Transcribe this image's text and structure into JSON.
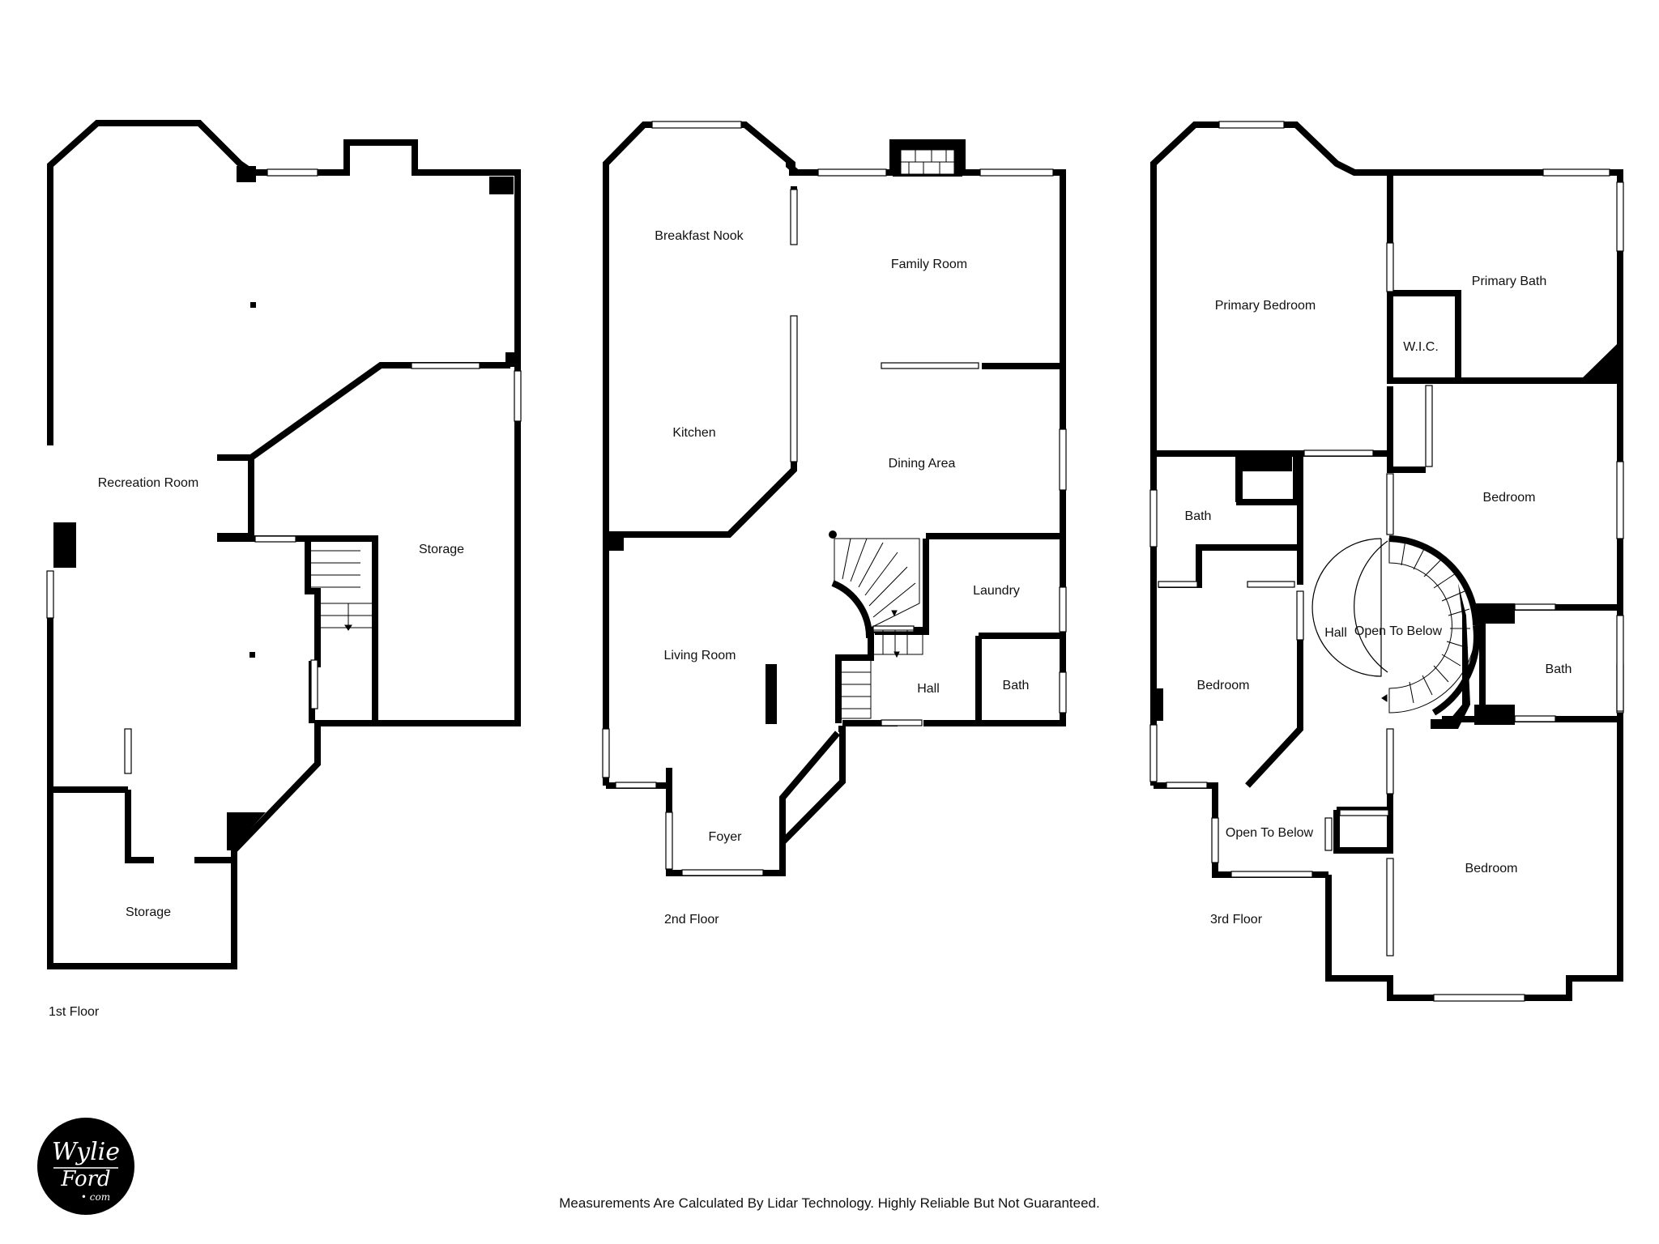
{
  "floors": [
    {
      "label": "1st Floor",
      "rooms": [
        "Recreation Room",
        "Storage",
        "Storage"
      ]
    },
    {
      "label": "2nd Floor",
      "rooms": [
        "Breakfast Nook",
        "Family Room",
        "Kitchen",
        "Dining Area",
        "Laundry",
        "Living Room",
        "Hall",
        "Bath",
        "Foyer"
      ]
    },
    {
      "label": "3rd Floor",
      "rooms": [
        "Primary Bedroom",
        "Primary Bath",
        "W.I.C.",
        "Bedroom",
        "Bath",
        "Hall",
        "Open To Below",
        "Bedroom",
        "Bath",
        "Open To Below",
        "Bedroom"
      ]
    }
  ],
  "logo": {
    "line1": "Wylie",
    "line2": "Ford",
    "line3": "• com"
  },
  "disclaimer": "Measurements Are Calculated By Lidar Technology. Highly Reliable But Not Guaranteed.",
  "colors": {
    "wall": "#000000",
    "background": "#ffffff",
    "window": "#ffffff"
  }
}
